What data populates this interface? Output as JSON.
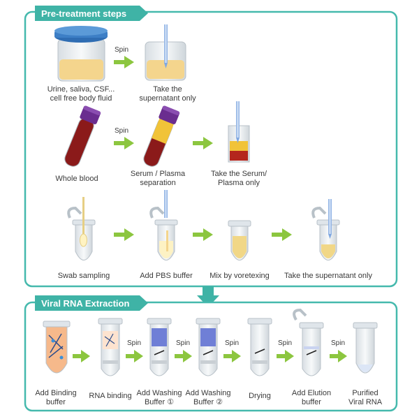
{
  "colors": {
    "frame": "#45b9ad",
    "header": "#3fb3a6",
    "arrow": "#8cc63f",
    "blood": "#8b1a1a",
    "plasma": "#f1c338",
    "fluid": "#f4d58d",
    "cap_blue": "#2f6db3",
    "cap_purple": "#6a2d8f",
    "tube_glass": "#e9eef2",
    "wash_blue": "#6f7fd6"
  },
  "pretreatment": {
    "title": "Pre-treatment steps",
    "row1": {
      "spin": "Spin",
      "step1": {
        "line1": "Urine, saliva, CSF...",
        "line2": "cell free body fluid"
      },
      "step2": {
        "line1": "Take the",
        "line2": "supernatant only"
      }
    },
    "row2": {
      "spin": "Spin",
      "step1": {
        "line1": "Whole blood"
      },
      "step2": {
        "line1": "Serum / Plasma",
        "line2": "separation"
      },
      "step3": {
        "line1": "Take the Serum/",
        "line2": "Plasma only"
      }
    },
    "row3": {
      "step1": "Swab sampling",
      "step2": "Add PBS buffer",
      "step3": "Mix by voretexing",
      "step4": "Take the supernatant only"
    }
  },
  "extraction": {
    "title": "Viral RNA Extraction",
    "spins": [
      "Spin",
      "Spin",
      "Spin",
      "Spin",
      "Spin"
    ],
    "steps": [
      {
        "line1": "Add Binding",
        "line2": "buffer"
      },
      {
        "line1": "RNA binding",
        "line2": ""
      },
      {
        "line1": "Add Washing",
        "line2": "Buffer ①"
      },
      {
        "line1": "Add Washing",
        "line2": "Buffer ②"
      },
      {
        "line1": "Drying",
        "line2": ""
      },
      {
        "line1": "Add Elution",
        "line2": "buffer"
      },
      {
        "line1": "Purified",
        "line2": "Viral RNA"
      }
    ]
  }
}
